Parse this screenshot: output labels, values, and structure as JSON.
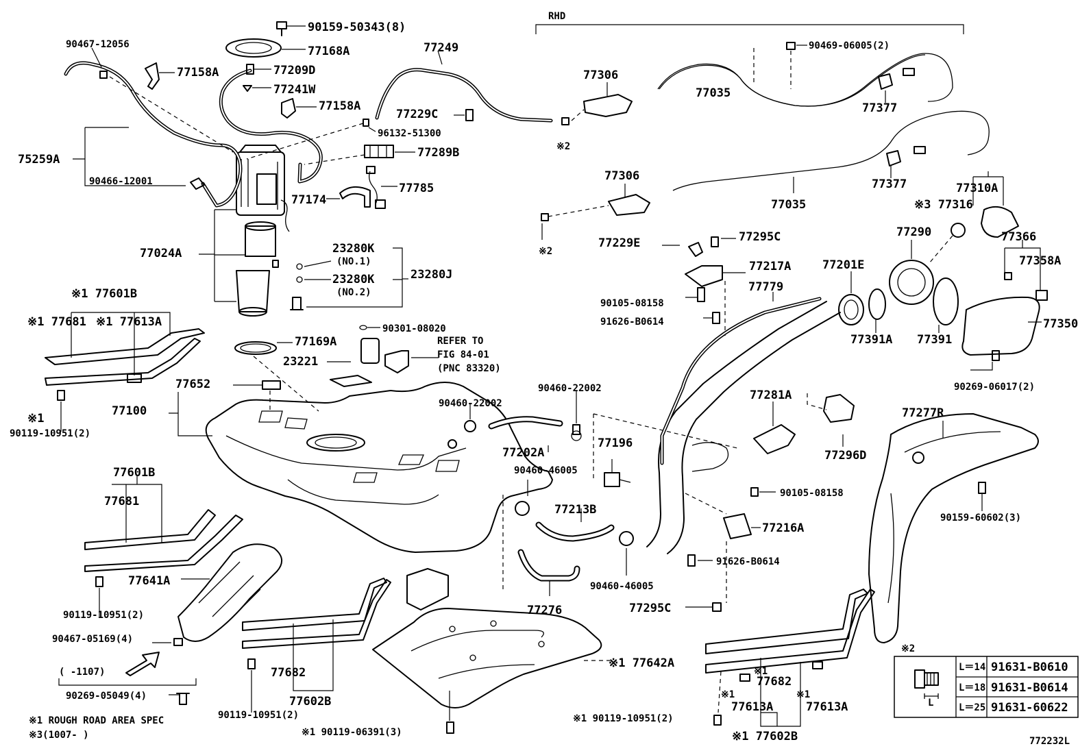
{
  "diagram_id": "772232L",
  "rhd_label": "RHD",
  "refer_to": [
    "REFER TO",
    "FIG 84-01",
    "(PNC 83320)"
  ],
  "footnotes": [
    "※1 ROUGH ROAD AREA SPEC",
    "※3(1007-      )"
  ],
  "period_note": "(    -1107)",
  "bolt_table": {
    "title": "※2",
    "rows": [
      {
        "length": "L＝14",
        "part": "91631-B0610"
      },
      {
        "length": "L＝18",
        "part": "91631-B0614"
      },
      {
        "length": "L＝25",
        "part": "91631-60622"
      }
    ],
    "dim_label": "L"
  },
  "labels": {
    "p90159_50343": "90159-50343(8)",
    "p90467_12056": "90467-12056",
    "p77168A": "77168A",
    "p77249": "77249",
    "p77158A_1": "77158A",
    "p77209D": "77209D",
    "p77241W": "77241W",
    "p77158A_2": "77158A",
    "p77229C": "77229C",
    "p96132_51300": "96132-51300",
    "p75259A": "75259A",
    "p77289B": "77289B",
    "p90466_12001": "90466-12001",
    "p77785": "77785",
    "p77174": "77174",
    "p77024A": "77024A",
    "p23280K_1": "23280K",
    "no1": "(NO.1)",
    "p23280J": "23280J",
    "p23280K_2": "23280K",
    "no2": "(NO.2)",
    "p90301_08020": "90301-08020",
    "p77169A": "77169A",
    "p23221": "23221",
    "x77601B": "※1 77601B",
    "x77681": "※1 77681",
    "x77613A": "※1 77613A",
    "x1_a": "※1",
    "p90119_10951_a": "90119-10951(2)",
    "p77652": "77652",
    "p77100": "77100",
    "p77601B": "77601B",
    "p77681": "77681",
    "p77641A": "77641A",
    "p90119_10951_b": "90119-10951(2)",
    "p90467_05169": "90467-05169(4)",
    "p90269_05049": "90269-05049(4)",
    "p77682_a": "77682",
    "p77602B_a": "77602B",
    "p90119_10951_c": "90119-10951(2)",
    "x90119_06391": "※1 90119-06391(3)",
    "x77642A": "※1 77642A",
    "p90460_22002_a": "90460-22002",
    "p90460_22002_b": "90460-22002",
    "p77202A": "77202A",
    "p90460_46005_a": "90460-46005",
    "p77213B": "77213B",
    "p77196": "77196",
    "p77276": "77276",
    "p90460_46005_b": "90460-46005",
    "p90469_06005": "90469-06005(2)",
    "p77306_a": "77306",
    "p77035_a": "77035",
    "p77377_a": "77377",
    "x2_a": "※2",
    "p77306_b": "77306",
    "p77377_b": "77377",
    "p77035_b": "77035",
    "p77310A": "77310A",
    "x77316": "※3 77316",
    "x2_b": "※2",
    "p77229E": "77229E",
    "p77295C_a": "77295C",
    "p77217A": "77217A",
    "p77290": "77290",
    "p77366": "77366",
    "p77358A": "77358A",
    "p77779": "77779",
    "p77201E": "77201E",
    "p90105_08158_a": "90105-08158",
    "p91626_B0614_a": "91626-B0614",
    "p77391A": "77391A",
    "p77391": "77391",
    "p77350": "77350",
    "p90269_06017": "90269-06017(2)",
    "p77281A": "77281A",
    "p77296D": "77296D",
    "p77277R": "77277R",
    "p90105_08158_b": "90105-08158",
    "p77216A": "77216A",
    "p91626_B0614_b": "91626-B0614",
    "p90159_60602": "90159-60602(3)",
    "p77295C_b": "77295C",
    "x1_b": "※1",
    "p77682_b": "77682",
    "x1_c": "※1",
    "p77613A_a": "77613A",
    "x1_d": "※1",
    "p77613A_b": "77613A",
    "x90119_10951": "※1 90119-10951(2)",
    "x77602B": "※1 77602B"
  }
}
